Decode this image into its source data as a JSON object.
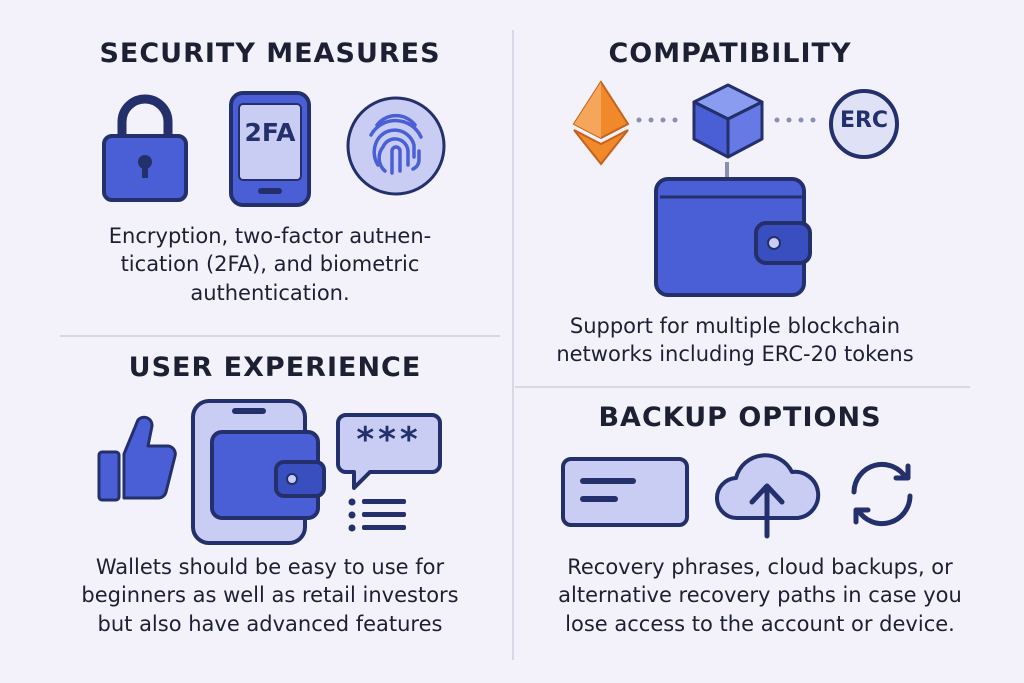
{
  "sections": {
    "security": {
      "title": "SECURITY MEASURES",
      "icons": [
        "padlock-icon",
        "2fa-phone-icon",
        "fingerprint-icon"
      ],
      "phone_label": "2FA",
      "description_lines": [
        "Encryption, two-factor autнеn-",
        "tication (2FA), and biometric",
        "authentication."
      ]
    },
    "compatibility": {
      "title": "COMPATIBILITY",
      "icons": [
        "ethereum-icon",
        "blockchain-cube-icon",
        "erc-coin-icon",
        "wallet-icon"
      ],
      "erc_label": "ERC",
      "description_lines": [
        "Support for multiple blockchain",
        "networks including ERC-20 tokens"
      ]
    },
    "user_experience": {
      "title": "USER EXPERIENCE",
      "icons": [
        "thumbs-up-icon",
        "phone-wallet-icon",
        "password-chat-icon",
        "list-icon"
      ],
      "chat_label": "***",
      "description_lines": [
        "Wallets should be easy to use for",
        "beginners as well as retail investors",
        "but also have advanced features"
      ]
    },
    "backup": {
      "title": "BACKUP OPTIONS",
      "icons": [
        "recovery-card-icon",
        "cloud-upload-icon",
        "sync-arrows-icon"
      ],
      "description_lines": [
        "Recovery phrases, cloud backups, or",
        "alternative recovery paths in case you",
        "lose access to the account or device."
      ]
    }
  },
  "colors": {
    "background": "#f3f1fa",
    "primary_blue": "#4a5fd6",
    "light_blue": "#c9cdf4",
    "outline": "#23306b",
    "ethereum_orange": "#f0892a",
    "divider": "#d9d7e6"
  }
}
